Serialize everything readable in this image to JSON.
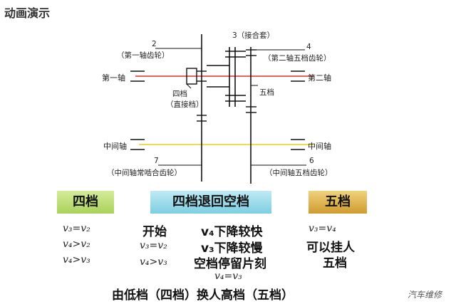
{
  "header": {
    "title": "动画演示"
  },
  "diagram": {
    "labels": {
      "gear2_num": "2",
      "gear2_name": "（第一轴齿轮）",
      "sleeve3": "3（接合套）",
      "gear4_num": "4",
      "gear4_name": "（第二轴五档齿轮）",
      "shaft1": "第一轴",
      "shaft2": "第二轴",
      "fourth_gear": "四档",
      "fourth_direct": "（直接档）",
      "fifth_gear": "五档",
      "countershaft_left": "中间轴",
      "countershaft_right": "中间轴",
      "gear7_num": "7",
      "gear7_name": "（中间轴常啮合齿轮）",
      "gear6_num": "6",
      "gear6_name": "（中间轴五档齿轮）"
    },
    "colors": {
      "main_shaft": "#e0302a",
      "countershaft": "#e8d21a",
      "lines": "#111111"
    }
  },
  "panels": {
    "left": {
      "title": "四档",
      "lines": [
        "v₃=v₂",
        "v₄>v₂",
        "v₄>v₃"
      ]
    },
    "middle": {
      "title": "四档退回空档",
      "start_label": "开始",
      "left_lines": [
        "v₃=v₂",
        "v₄>v₃"
      ],
      "right_lines": [
        "v₄下降较快",
        "v₃下降较慢",
        "空档停留片刻"
      ],
      "equal_line": "v₄=v₃"
    },
    "right": {
      "title": "五档",
      "line1": "v₃=v₄",
      "line2": "可以挂人",
      "line3": "五档"
    }
  },
  "footer": {
    "caption": "由低档（四档）换人高档（五档）"
  },
  "watermark": {
    "text": "汽车维修"
  }
}
